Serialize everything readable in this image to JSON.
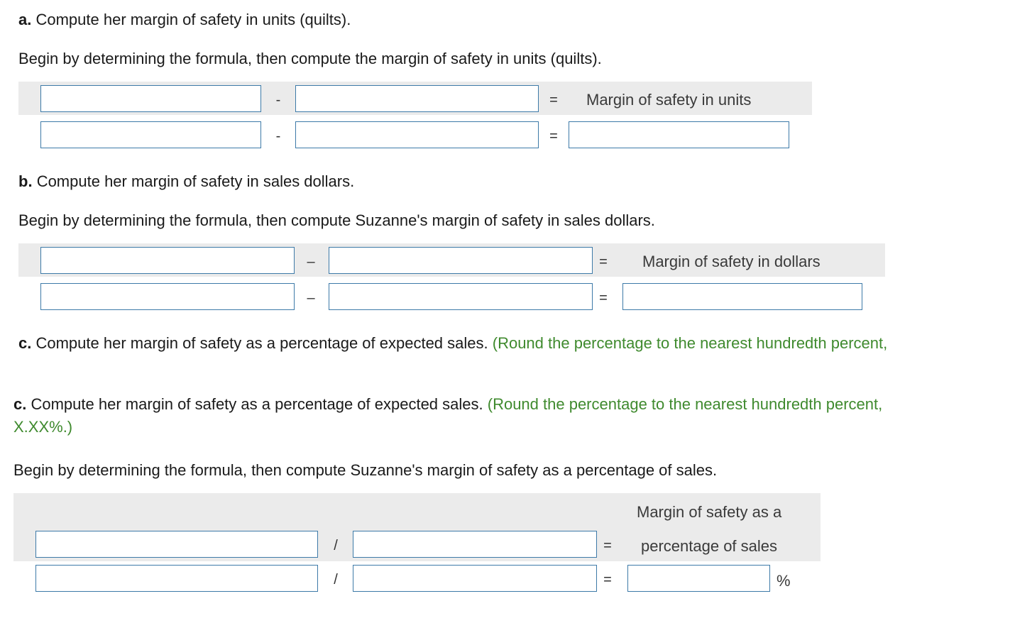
{
  "part_a": {
    "question_letter": "a.",
    "question_text": "Compute her margin of safety in units (quilts).",
    "instruction": "Begin by determining the formula, then compute the margin of safety in units (quilts).",
    "operator": "-",
    "equals": "=",
    "result_label": "Margin of safety in units",
    "inputs": {
      "formula_left": "",
      "formula_right": "",
      "value_left": "",
      "value_right": "",
      "result": ""
    }
  },
  "part_b": {
    "question_letter": "b.",
    "question_text": "Compute her margin of safety in sales dollars.",
    "instruction": "Begin by determining the formula, then compute Suzanne's margin of safety in sales dollars.",
    "operator": "–",
    "equals": "=",
    "result_label": "Margin of safety in dollars",
    "inputs": {
      "formula_left": "",
      "formula_right": "",
      "value_left": "",
      "value_right": "",
      "result": ""
    }
  },
  "part_c_truncated": {
    "question_letter": "c.",
    "question_text": "Compute her margin of safety as a percentage of expected sales.",
    "hint": "(Round the percentage to the nearest hundredth percent,"
  },
  "part_c": {
    "question_letter": "c.",
    "question_text": "Compute her margin of safety as a percentage of expected sales.",
    "hint_line1": "(Round the percentage to the nearest hundredth percent,",
    "hint_line2": "X.XX%.)",
    "instruction": "Begin by determining the formula, then compute Suzanne's margin of safety as a percentage of sales.",
    "operator": "/",
    "equals": "=",
    "result_label_line1": "Margin of safety as a",
    "result_label_line2": "percentage of sales",
    "percent_sign": "%",
    "inputs": {
      "formula_left": "",
      "formula_right": "",
      "value_left": "",
      "value_right": "",
      "result": ""
    }
  },
  "colors": {
    "hint_green": "#3f8a2e",
    "band_gray": "#ebebeb",
    "input_border": "#3d7aa8"
  }
}
